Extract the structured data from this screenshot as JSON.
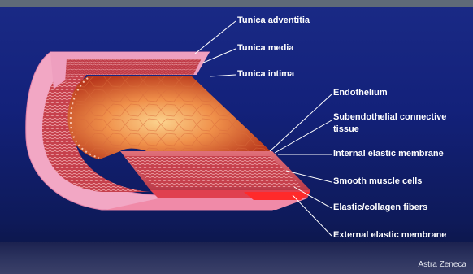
{
  "labels": {
    "tunica_adventitia": "Tunica adventitia",
    "tunica_media": "Tunica media",
    "tunica_intima": "Tunica intima",
    "endothelium": "Endothelium",
    "subendothelial": "Subendothelial connective tissue",
    "internal_elastic": "Internal elastic membrane",
    "smooth_muscle": "Smooth muscle cells",
    "elastic_collagen": "Elastic/collagen fibers",
    "external_elastic": "External elastic membrane"
  },
  "credit": "Astra Zeneca",
  "colors": {
    "background": "#1a2a86",
    "adventitia": "#f2a7c4",
    "media": "#c23a46",
    "lumen": "#e4572c",
    "leader_line": "#ffffff"
  }
}
